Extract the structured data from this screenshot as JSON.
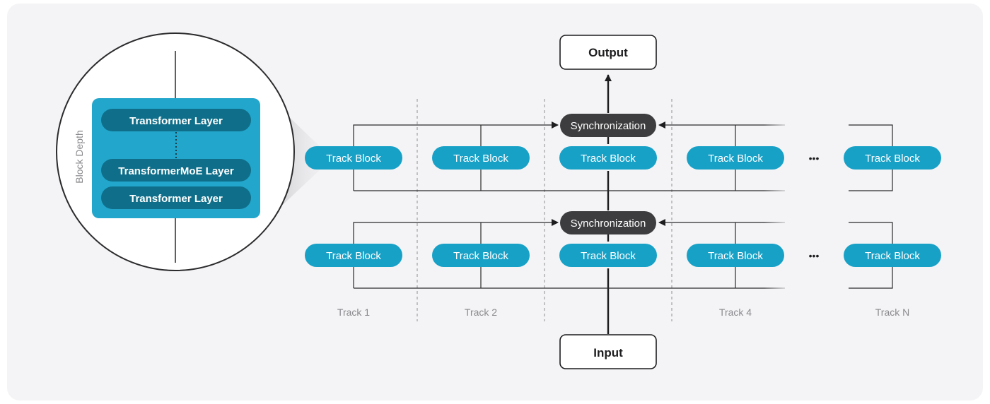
{
  "diagram": {
    "output_label": "Output",
    "input_label": "Input",
    "sync_label": "Synchronization",
    "track_block_label": "Track Block",
    "ellipsis": "•••",
    "tracks": [
      {
        "label": "Track 1"
      },
      {
        "label": "Track 2"
      },
      {
        "label": ""
      },
      {
        "label": "Track 4"
      },
      {
        "label": "Track N"
      }
    ],
    "zoom": {
      "axis_label": "Block Depth",
      "layers": [
        {
          "label": "Transformer Layer"
        },
        {
          "label": "TransformerMoE Layer"
        },
        {
          "label": "Transformer Layer"
        }
      ]
    },
    "colors": {
      "track_block": "#18a1c7",
      "sync": "#3d3d3f",
      "layer": "#0f6f8a",
      "zoom_container": "#22a6cc"
    }
  }
}
